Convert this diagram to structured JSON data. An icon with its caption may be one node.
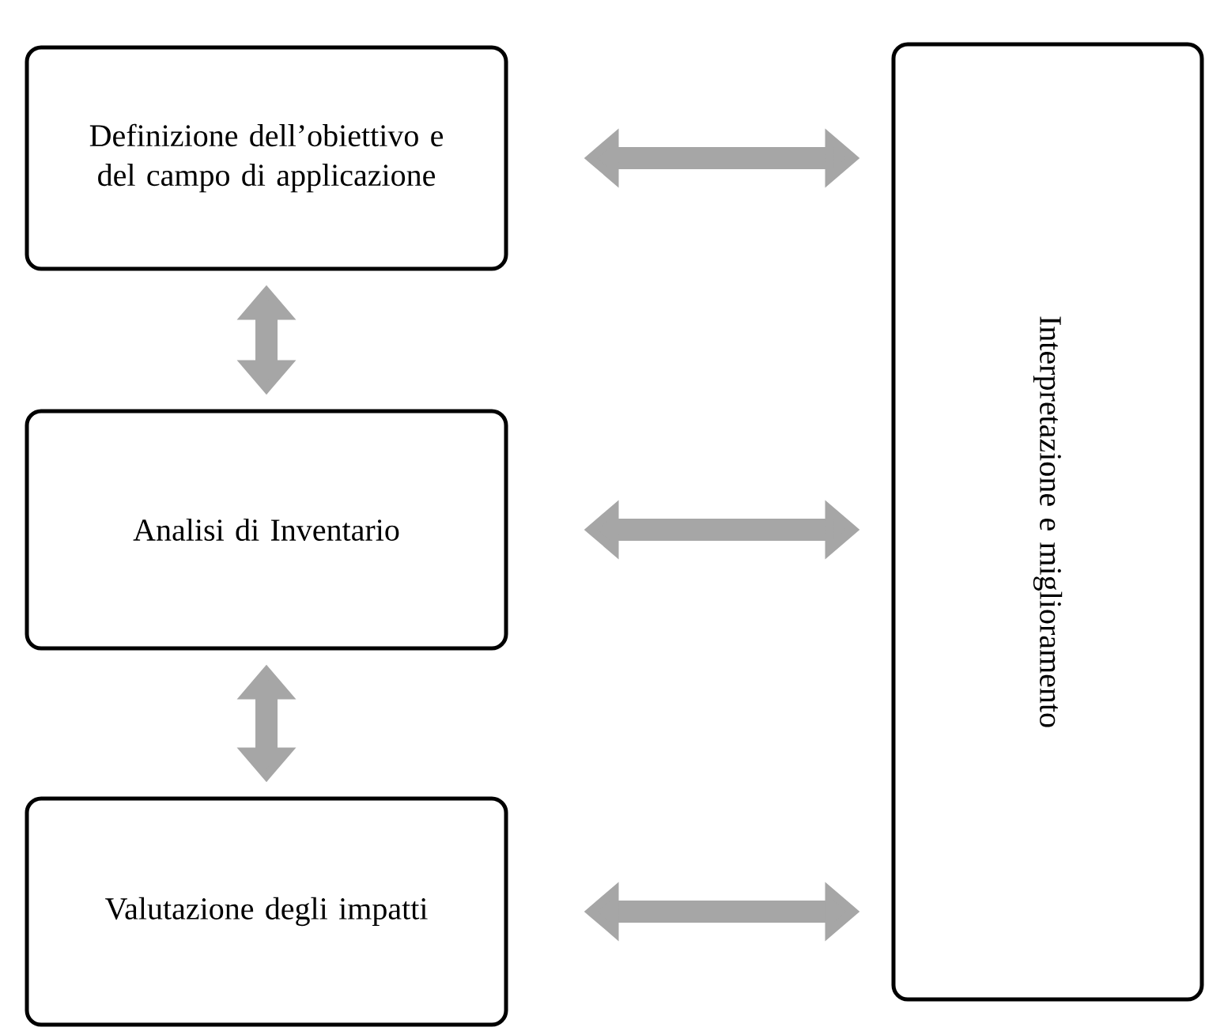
{
  "diagram": {
    "nodes": [
      {
        "text": [
          "Definizione dell’obiettivo e del campo di applicazione"
        ]
      },
      {
        "text": [
          "Analisi di Inventario"
        ]
      },
      {
        "text": [
          "Valutazione degli impatti"
        ]
      },
      {
        "text": [
          "Interpretazione e miglioramento"
        ]
      }
    ],
    "edges": [
      {
        "from": 0,
        "to": 1,
        "arrow": "both"
      },
      {
        "from": 1,
        "to": 2,
        "arrow": "both"
      },
      {
        "from": 0,
        "to": 3,
        "arrow": "both"
      },
      {
        "from": 1,
        "to": 3,
        "arrow": "both"
      },
      {
        "from": 2,
        "to": 3,
        "arrow": "both"
      }
    ]
  }
}
